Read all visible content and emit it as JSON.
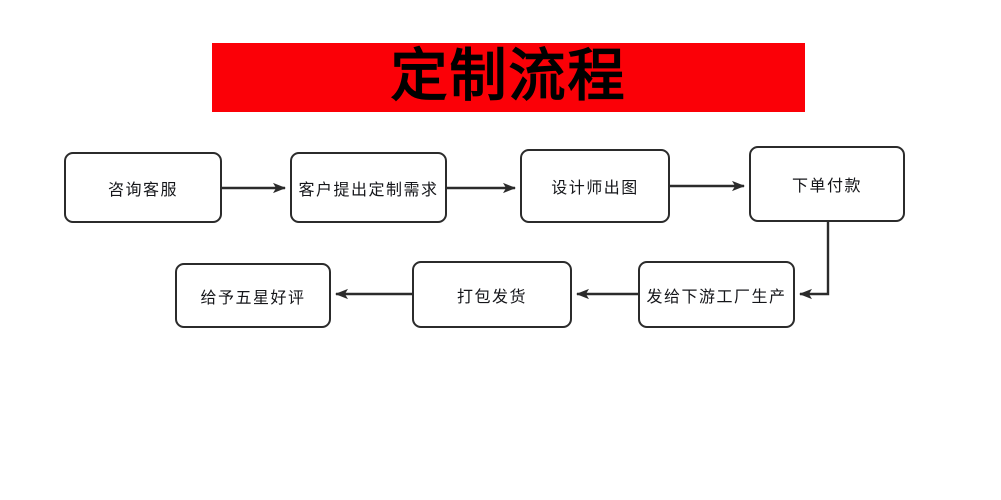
{
  "banner": {
    "title": "定制流程",
    "background_color": "#fb0007",
    "text_color": "#000000"
  },
  "diagram": {
    "line_color": "#2b2b2b",
    "box_fill": "#ffffff",
    "rows": [
      {
        "name": "row-1",
        "direction": "left-to-right",
        "nodes": [
          {
            "id": "consult",
            "label": "咨询客服"
          },
          {
            "id": "request",
            "label": "客户提出定制需求"
          },
          {
            "id": "design",
            "label": "设计师出图"
          },
          {
            "id": "payment",
            "label": "下单付款"
          }
        ]
      },
      {
        "name": "row-2",
        "direction": "right-to-left",
        "nodes": [
          {
            "id": "factory",
            "label": "发给下游工厂生产"
          },
          {
            "id": "ship",
            "label": "打包发货"
          },
          {
            "id": "review",
            "label": "给予五星好评"
          }
        ]
      }
    ],
    "connectors": [
      {
        "from": "consult",
        "to": "request",
        "type": "arrow-right"
      },
      {
        "from": "request",
        "to": "design",
        "type": "arrow-right"
      },
      {
        "from": "design",
        "to": "payment",
        "type": "arrow-right"
      },
      {
        "from": "payment",
        "to": "factory",
        "type": "elbow-down-left"
      },
      {
        "from": "factory",
        "to": "ship",
        "type": "arrow-left"
      },
      {
        "from": "ship",
        "to": "review",
        "type": "arrow-left"
      }
    ]
  }
}
